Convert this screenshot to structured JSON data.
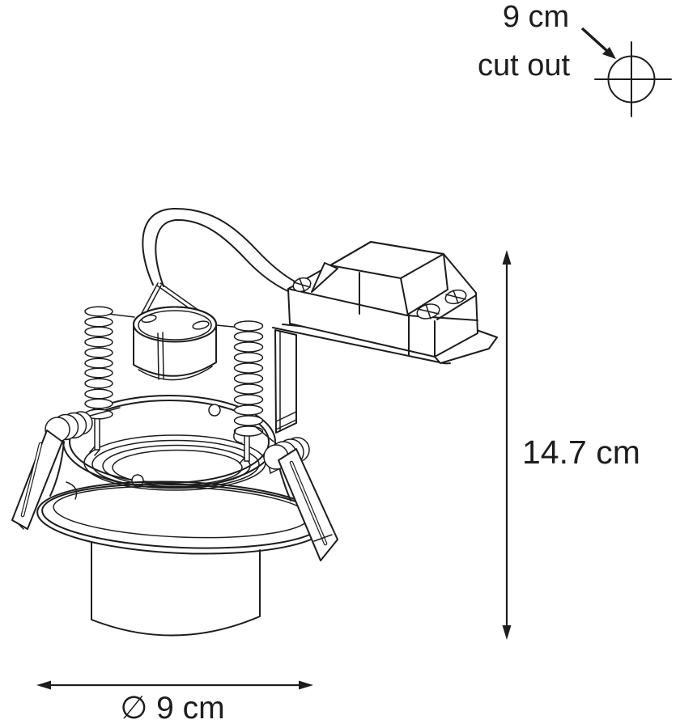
{
  "page": {
    "background_color": "#ffffff",
    "line_color": "#1d1d1d",
    "text_color": "#1d1d1d"
  },
  "annotations": {
    "cutout_note": {
      "line1": "9 cm",
      "line2": "cut out",
      "symbol": "circle-crosshair",
      "arrow": "points-to-symbol"
    },
    "height_dimension": {
      "value": "14.7 cm",
      "orientation": "vertical"
    },
    "diameter_dimension": {
      "value": "∅ 9 cm",
      "orientation": "horizontal"
    }
  },
  "drawing": {
    "subject": "recessed spotlight fixture technical line drawing",
    "parts": [
      "power-cable",
      "hanging-bail",
      "lamp-holder",
      "coil-spring-left",
      "coil-spring-right",
      "driver-box",
      "cable-clamp",
      "mounting-plate",
      "mounting-strap",
      "housing-ring",
      "trim-bezel",
      "lamp-tube",
      "spring-clip-left",
      "spring-clip-right"
    ]
  }
}
